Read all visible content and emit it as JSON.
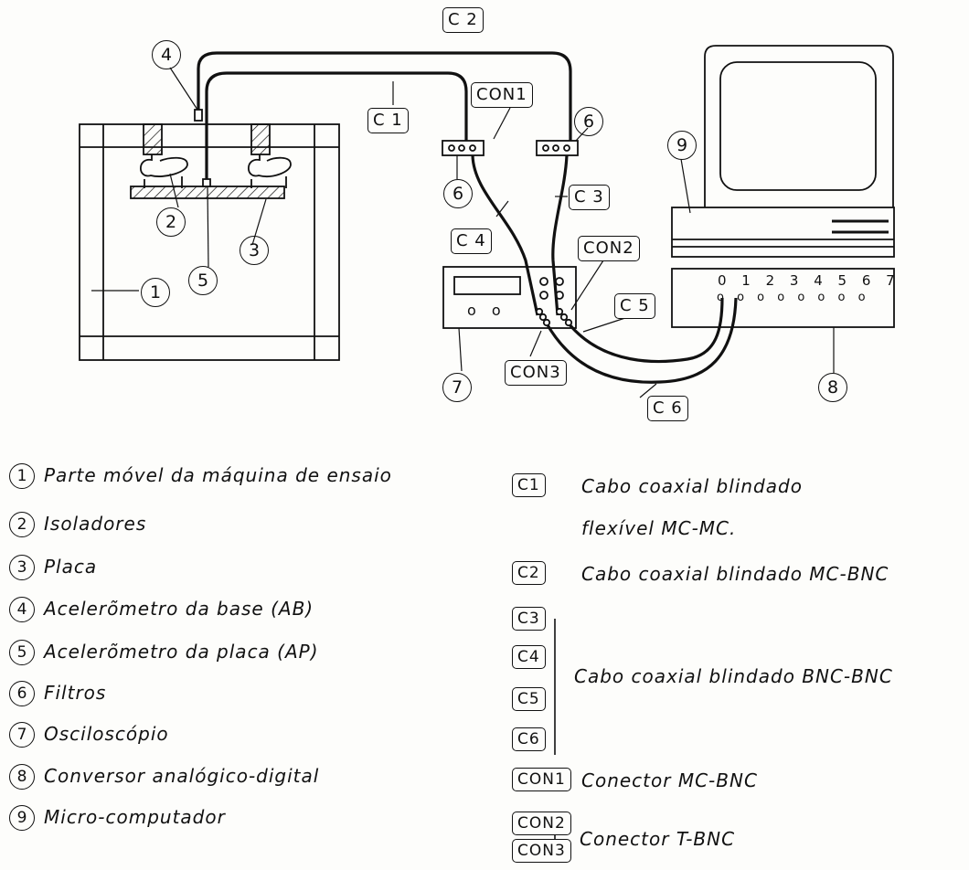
{
  "diagram": {
    "callouts": [
      "1",
      "2",
      "3",
      "4",
      "5",
      "6",
      "6",
      "7",
      "8",
      "9"
    ],
    "cable_tags": [
      "C 2",
      "C 1",
      "CON1",
      "C 3",
      "C 4",
      "CON2",
      "C 5",
      "CON3",
      "C 6"
    ],
    "channel_numbers": "0 1 2 3 4 5 6 7",
    "oscilloscope_knobs": "o  o"
  },
  "legend_left": [
    {
      "num": "1",
      "text": "Parte móvel da máquina de ensaio"
    },
    {
      "num": "2",
      "text": "Isoladores"
    },
    {
      "num": "3",
      "text": "Placa"
    },
    {
      "num": "4",
      "text": "Acelerõmetro da base (AB)"
    },
    {
      "num": "5",
      "text": "Acelerõmetro da placa (AP)"
    },
    {
      "num": "6",
      "text": "Filtros"
    },
    {
      "num": "7",
      "text": "Osciloscópio"
    },
    {
      "num": "8",
      "text": "Conversor analógico-digital"
    },
    {
      "num": "9",
      "text": "Micro-computador"
    }
  ],
  "legend_right": {
    "c1_tag": "C1",
    "c1_line1": "Cabo coaxial blindado",
    "c1_line2": "flexível MC-MC.",
    "c2_tag": "C2",
    "c2_text": "Cabo coaxial blindado MC-BNC",
    "group_tags": [
      "C3",
      "C4",
      "C5",
      "C6"
    ],
    "group_text": "Cabo coaxial blindado BNC-BNC",
    "con1_tag": "CON1",
    "con1_text": "Conector MC-BNC",
    "con23_tags": [
      "CON2",
      "CON3"
    ],
    "con23_text": "Conector T-BNC"
  }
}
